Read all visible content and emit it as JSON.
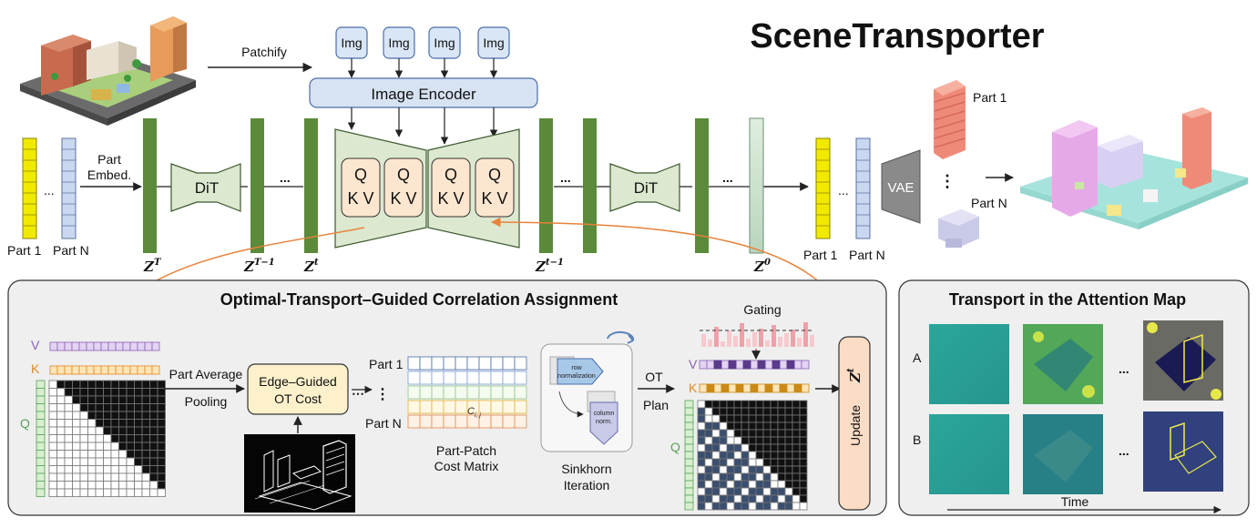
{
  "title": "SceneTransporter",
  "top": {
    "patchify": "Patchify",
    "img_labels": [
      "Img",
      "Img",
      "Img",
      "Img"
    ],
    "image_encoder": "Image Encoder",
    "part_embed_line1": "Part",
    "part_embed_line2": "Embed.",
    "dit": "DiT",
    "ellipsis": "...",
    "q": "Q",
    "kv": "K V",
    "vae": "VAE",
    "part1": "Part 1",
    "partN": "Part N",
    "vertical_dots": "⋮",
    "z_base": "Z",
    "z_labels": [
      "T",
      "T−1",
      "t",
      "t−1",
      "0"
    ]
  },
  "ot_panel": {
    "title": "Optimal-Transport–Guided Correlation Assignment",
    "v": "V",
    "k": "K",
    "q": "Q",
    "part_average": "Part Average",
    "pooling": "Pooling",
    "edge_ot_line1": "Edge–Guided",
    "edge_ot_line2": "OT Cost",
    "part1": "Part 1",
    "partN": "Part N",
    "cell_label": "C",
    "cell_sub": "i, j",
    "cost_matrix_line1": "Part-Patch",
    "cost_matrix_line2": "Cost Matrix",
    "row_norm_line1": "row",
    "row_norm_line2": "normalization",
    "col_norm_line1": "column",
    "col_norm_line2": "norm.",
    "sinkhorn_line1": "Sinkhorn",
    "sinkhorn_line2": "Iteration",
    "ot_line1": "OT",
    "ot_line2": "Plan",
    "gating": "Gating",
    "update": "Update"
  },
  "attn_panel": {
    "title": "Transport in the Attention Map",
    "row_a": "A",
    "row_b": "B",
    "dots": "...",
    "time": "Time"
  },
  "colors": {
    "green_bar": "#5a8a3a",
    "yellow_token": "#f2e900",
    "blue_token": "#c9d8f0",
    "qkv_box": "#fde6cf",
    "encoder_box": "#d7e3f3",
    "panel_bg": "#efefef",
    "arrow_orange": "#e8823a",
    "update_box": "#fbdcc4"
  }
}
